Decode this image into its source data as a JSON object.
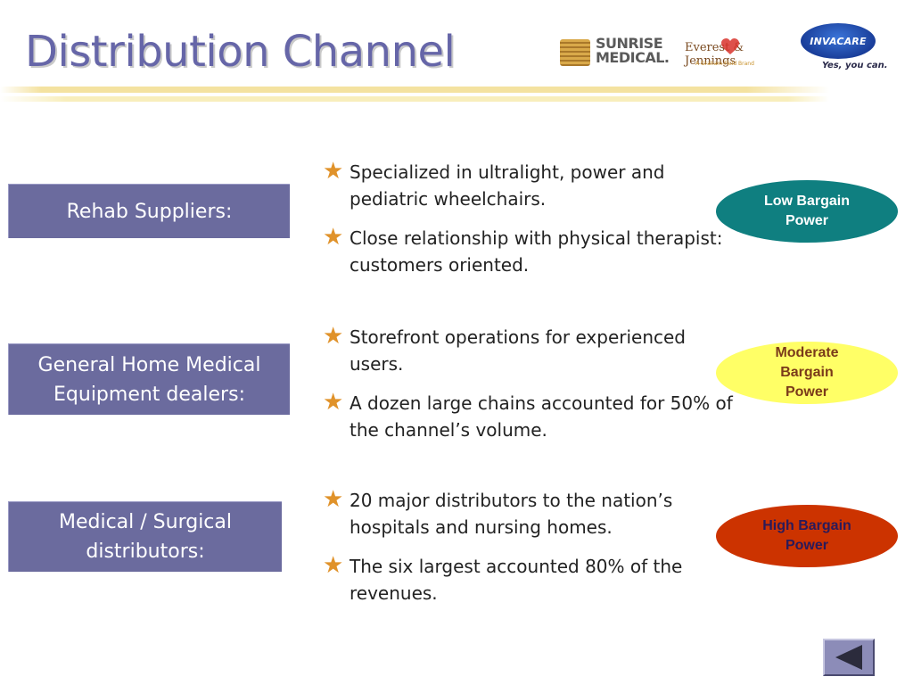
{
  "slide": {
    "title": "Distribution Channel"
  },
  "logos": {
    "sunrise": {
      "line1": "SUNRISE",
      "line2": "MEDICAL."
    },
    "everest_jennings": {
      "name": "Everest & Jennings",
      "sub": "A Graham-Field Brand"
    },
    "invacare": {
      "name": "INVACARE",
      "tagline": "Yes, you can."
    }
  },
  "rows": [
    {
      "category": "Rehab Suppliers:",
      "bullets": [
        "Specialized in ultralight, power and pediatric wheelchairs.",
        "Close relationship with physical therapist: customers oriented."
      ],
      "power": "Low Bargain Power"
    },
    {
      "category": "General Home Medical Equipment dealers:",
      "bullets": [
        "Storefront operations for experienced users.",
        "A dozen large chains accounted for 50% of the channel’s volume."
      ],
      "power": "Moderate Bargain Power"
    },
    {
      "category": "Medical / Surgical distributors:",
      "bullets": [
        "20 major distributors to the nation’s hospitals and nursing homes.",
        "The six largest accounted 80% of the revenues."
      ],
      "power": "High Bargain Power"
    }
  ],
  "colors": {
    "title": "#6666a8",
    "category_box": "#6b6b9e",
    "bullet_star": "#e0922a",
    "low_power": "#0f7f80",
    "moderate_power": "#ffff66",
    "high_power": "#cc3300",
    "nav_button": "#8c8cb8"
  },
  "icons": {
    "bullet": "star-bullet-icon",
    "nav": "back-arrow-icon"
  }
}
